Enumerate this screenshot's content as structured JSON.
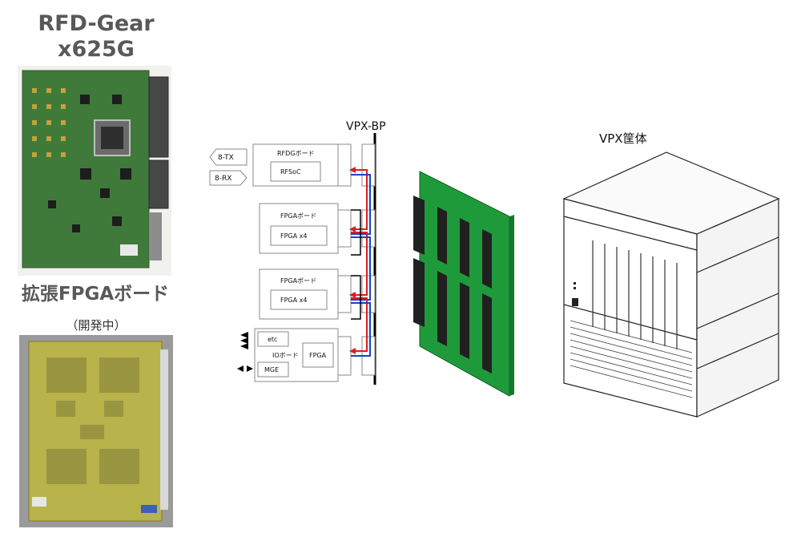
{
  "titles": {
    "product_line1": "RFD-Gear",
    "product_line2": "x625G",
    "expansion_board": "拡張FPGAボード",
    "in_development": "（開発中）"
  },
  "diagram": {
    "backplane_label": "VPX-BP",
    "chassis_label": "VPX筐体",
    "io_tx": "8-TX",
    "io_rx": "8-RX",
    "rfdg_board": "RFDGボード",
    "rfsoc": "RFSoC",
    "fpga_board_1": "FPGAボード",
    "fpga_x4_1": "FPGA  x4",
    "fpga_board_2": "FPGAボード",
    "fpga_x4_2": "FPGA  x4",
    "etc": "etc",
    "io_board": "IOボード",
    "fpga": "FPGA",
    "mge": "MGE"
  },
  "colors": {
    "pcb_green": "#3f7a3a",
    "backplane_green": "#1f9a3a",
    "expansion_pcb": "#b8b34a",
    "link_red": "#d42020",
    "link_blue": "#2040c8"
  }
}
